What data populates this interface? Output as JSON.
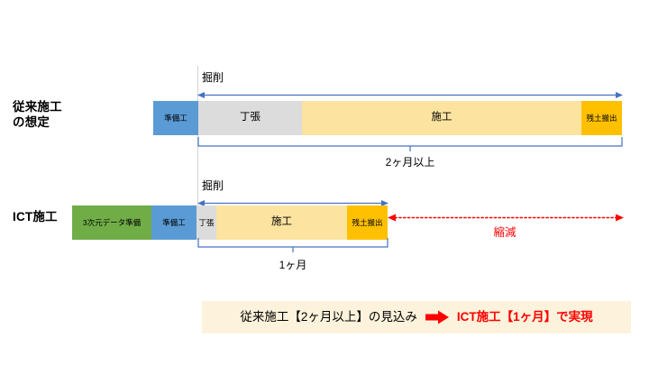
{
  "diagram": {
    "rows": [
      {
        "id": "conventional",
        "label": "従来施工\nの想定",
        "excavation_label": "掘削",
        "duration_label": "2ヶ月以上",
        "segments": [
          {
            "name": "準備工",
            "color": "#5B9BD5"
          },
          {
            "name": "丁張",
            "color": "#DCDCDC"
          },
          {
            "name": "施工",
            "color": "#FCE4A0"
          },
          {
            "name": "残土搬出",
            "color": "#FFC000"
          }
        ]
      },
      {
        "id": "ict",
        "label": "ICT施工",
        "excavation_label": "掘削",
        "duration_label": "1ヶ月",
        "segments": [
          {
            "name": "3次元データ準備",
            "color": "#70AD47"
          },
          {
            "name": "準備工",
            "color": "#5B9BD5"
          },
          {
            "name": "丁張",
            "color": "#DCDCDC"
          },
          {
            "name": "施工",
            "color": "#FCE4A0"
          },
          {
            "name": "残土搬出",
            "color": "#FFC000"
          }
        ]
      }
    ],
    "reduction": {
      "label": "縮減",
      "color": "#FF0000"
    },
    "summary": {
      "before_text": "従来施工【2ヶ月以上】の見込み",
      "after_text": "ICT施工【1ヶ月】で実現",
      "arrow_icon": "right-arrow-icon",
      "background_color": "#FDF3DC",
      "accent_color": "#FF0000"
    },
    "accent_colors": {
      "arrow_blue": "#4472C4",
      "guide_gray": "#D4D4D4"
    }
  }
}
